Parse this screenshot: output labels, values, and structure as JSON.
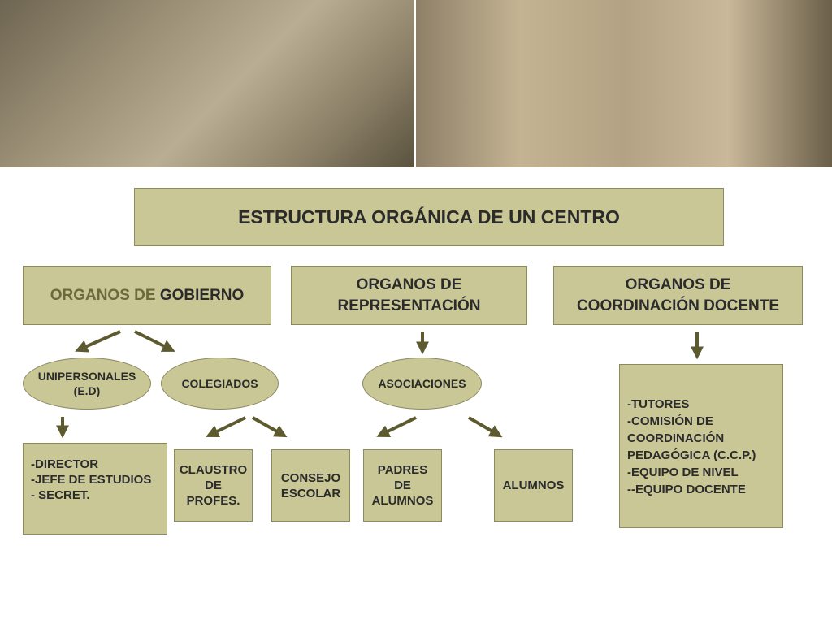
{
  "title": "ESTRUCTURA ORGÁNICA DE UN CENTRO",
  "headers": {
    "gobierno_prefix": "ORGANOS DE",
    "gobierno_main": "GOBIERNO",
    "representacion_line1": "ORGANOS DE",
    "representacion_line2": "REPRESENTACIÓN",
    "coordinacion_line1": "ORGANOS DE",
    "coordinacion_line2": "COORDINACIÓN DOCENTE"
  },
  "ellipses": {
    "unipersonales_line1": "UNIPERSONALES",
    "unipersonales_line2": "(E.D)",
    "colegiados": "COLEGIADOS",
    "asociaciones": "ASOCIACIONES"
  },
  "unipersonales_list": [
    "-DIRECTOR",
    "-JEFE DE ESTUDIOS",
    "- SECRET."
  ],
  "colegiados_items": {
    "claustro_line1": "CLAUSTRO",
    "claustro_line2": "DE",
    "claustro_line3": "PROFES.",
    "consejo_line1": "CONSEJO",
    "consejo_line2": "ESCOLAR"
  },
  "asociaciones_items": {
    "padres_line1": "PADRES",
    "padres_line2": "DE",
    "padres_line3": "ALUMNOS",
    "alumnos": "ALUMNOS"
  },
  "coordinacion_list": [
    "-TUTORES",
    "-COMISIÓN DE",
    "COORDINACIÓN",
    "PEDAGÓGICA (C.C.P.)",
    "-EQUIPO DE NIVEL",
    "--EQUIPO DOCENTE"
  ],
  "colors": {
    "box_fill": "#c9c796",
    "box_border": "#8c8a61",
    "arrow": "#5c5a2e"
  }
}
